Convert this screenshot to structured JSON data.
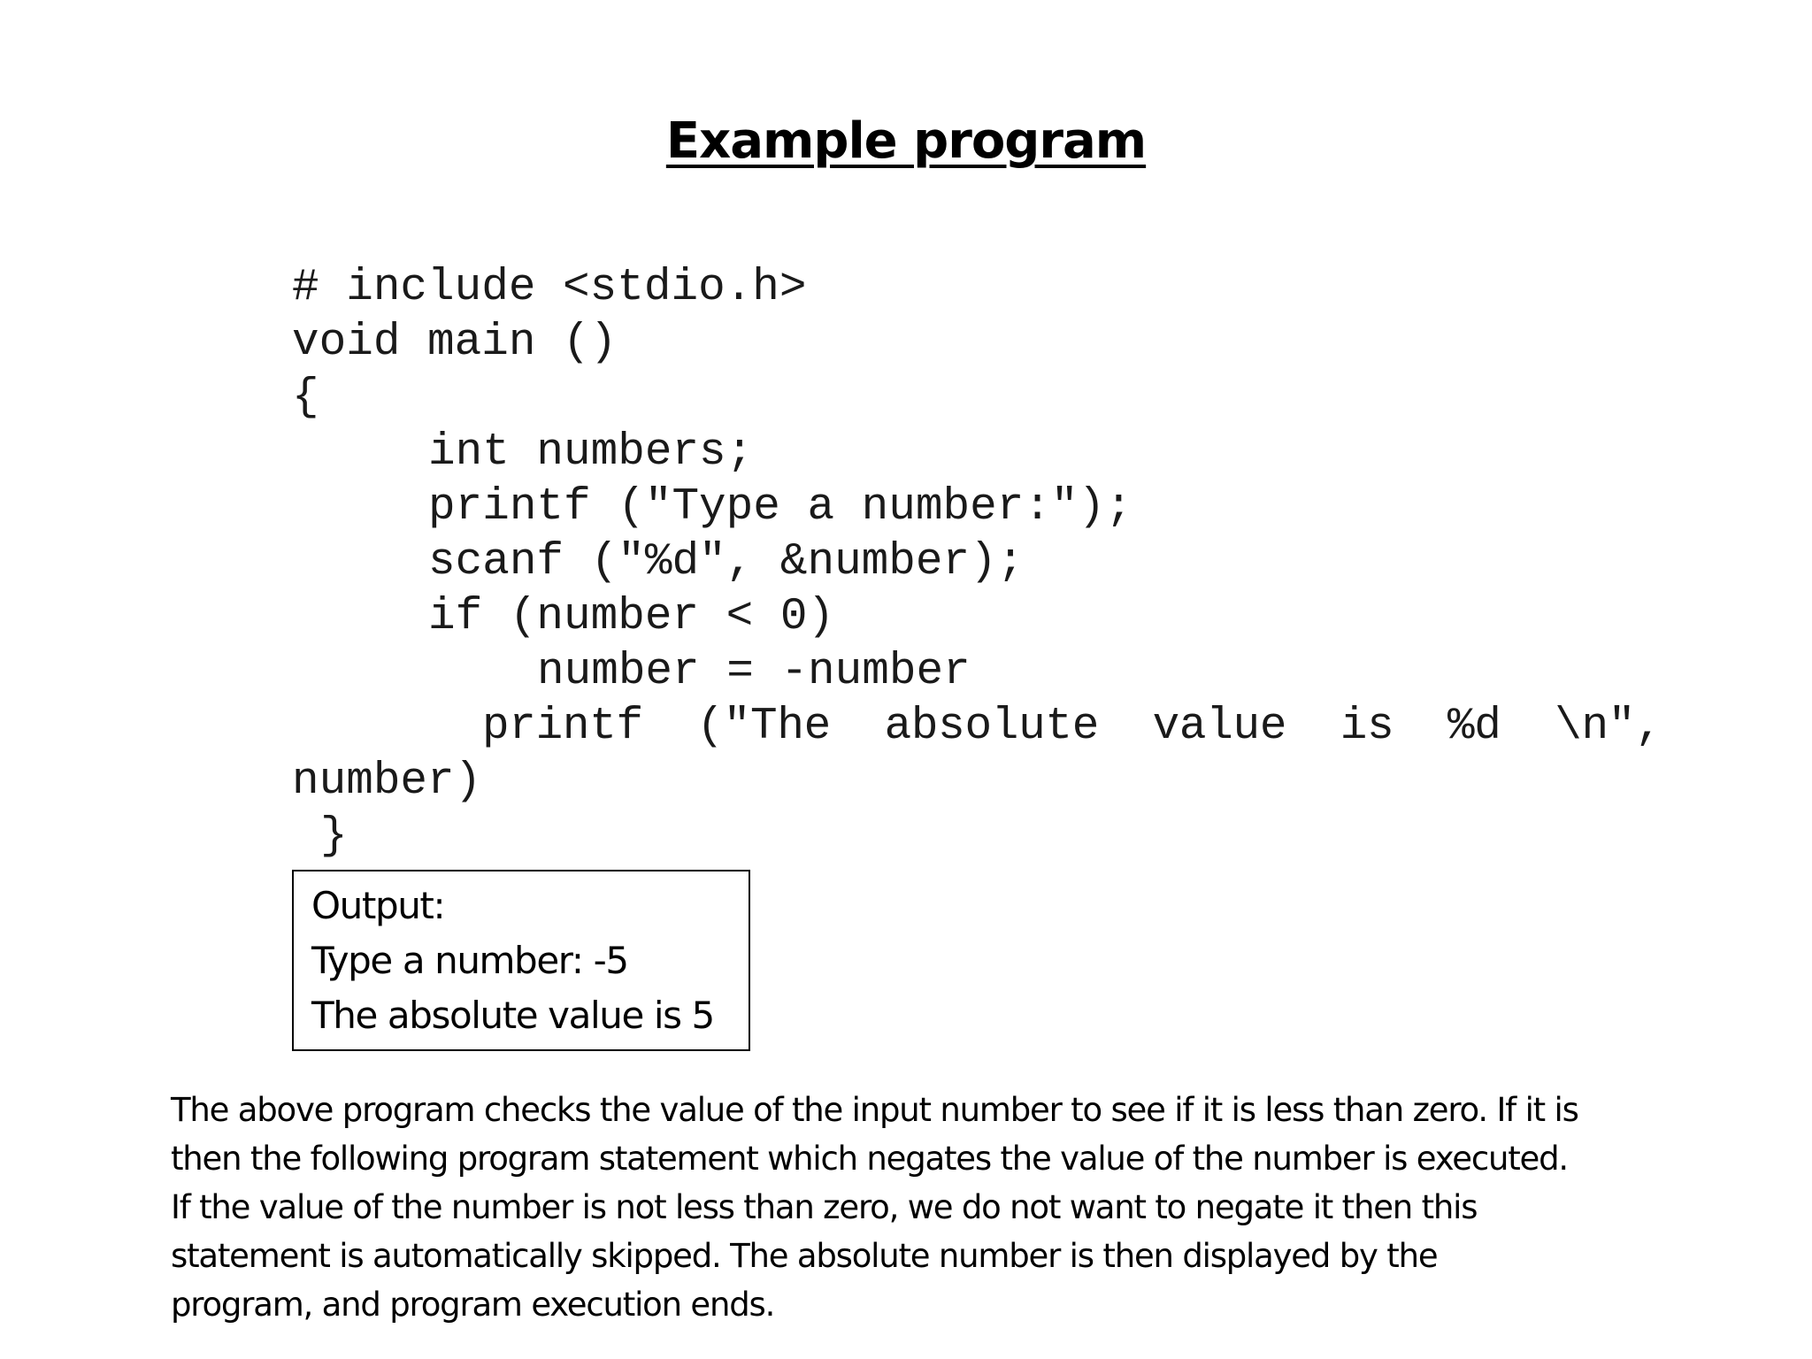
{
  "title": "Example program",
  "code": {
    "lines": [
      "# include <stdio.h>",
      "void main ()",
      "{",
      "int numbers;",
      "printf (\"Type a number:\");",
      "scanf (\"%d\", &number);",
      "if (number < 0)",
      "number = -number",
      "printf  (\"The  absolute  value  is  %d  \\n\",",
      "number)",
      "}"
    ]
  },
  "output": {
    "label": "Output:",
    "lines": [
      "Type a number: -5",
      "The absolute value is 5"
    ]
  },
  "description": {
    "lines": [
      "The above program checks the value of the input number to see if it is less than zero. If it is",
      "then the following program statement which negates the value of the number is executed.",
      "If the value of the number is not less than zero, we do not want to negate it then this",
      "statement is automatically skipped. The absolute number is then displayed by the",
      "program, and program execution ends."
    ]
  }
}
